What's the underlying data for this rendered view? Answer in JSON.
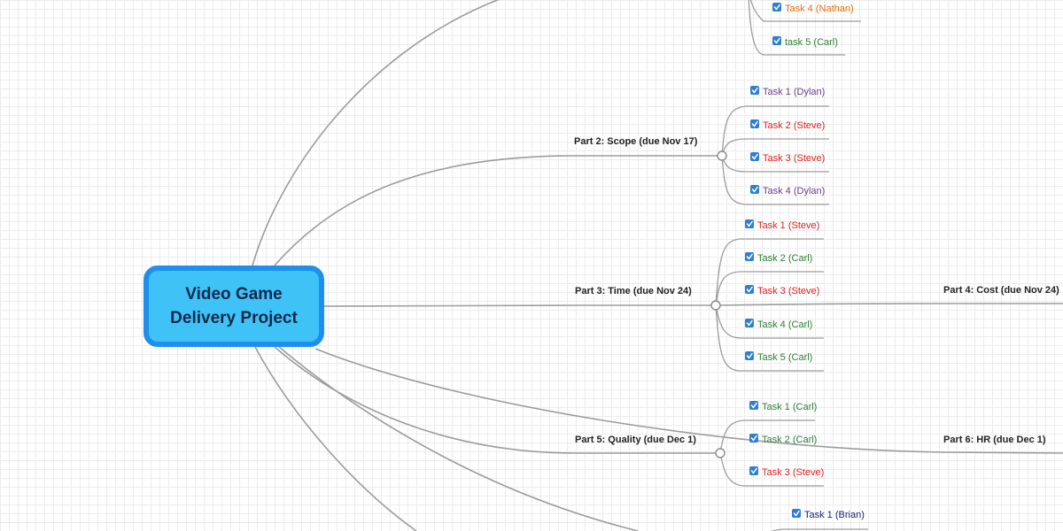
{
  "root": {
    "title": "Video Game Delivery Project"
  },
  "colors": {
    "Nathan": "#e07010",
    "Carl": "#2e7d32",
    "Dylan": "#6a3d8f",
    "Steve": "#e02020",
    "Brian": "#1a237e",
    "checkbox": "#2f7fd1"
  },
  "part1": {
    "tasks": [
      {
        "label": "Task 4 (Nathan)",
        "owner": "Nathan"
      },
      {
        "label": "task 5 (Carl)",
        "owner": "Carl"
      }
    ]
  },
  "part2": {
    "label": "Part 2: Scope (due Nov 17)",
    "tasks": [
      {
        "label": "Task 1 (Dylan)",
        "owner": "Dylan"
      },
      {
        "label": "Task 2 (Steve)",
        "owner": "Steve"
      },
      {
        "label": "Task 3 (Steve)",
        "owner": "Steve"
      },
      {
        "label": "Task 4 (Dylan)",
        "owner": "Dylan"
      }
    ]
  },
  "part3": {
    "label": "Part 3: Time (due Nov 24)",
    "tasks": [
      {
        "label": "Task 1 (Steve)",
        "owner": "Steve"
      },
      {
        "label": "Task 2 (Carl)",
        "owner": "Carl"
      },
      {
        "label": "Task 3 (Steve)",
        "owner": "Steve"
      },
      {
        "label": "Task 4 (Carl)",
        "owner": "Carl"
      },
      {
        "label": "Task 5 (Carl)",
        "owner": "Carl"
      }
    ]
  },
  "part4": {
    "label": "Part 4: Cost (due Nov 24)"
  },
  "part5": {
    "label": "Part 5: Quality (due Dec 1)",
    "tasks": [
      {
        "label": "Task 1 (Carl)",
        "owner": "Carl"
      },
      {
        "label": "Task 2 (Carl)",
        "owner": "Carl"
      },
      {
        "label": "Task 3 (Steve)",
        "owner": "Steve"
      }
    ]
  },
  "part6": {
    "label": "Part 6: HR (due Dec 1)"
  },
  "part7": {
    "tasks": [
      {
        "label": "Task 1 (Brian)",
        "owner": "Brian"
      }
    ]
  }
}
